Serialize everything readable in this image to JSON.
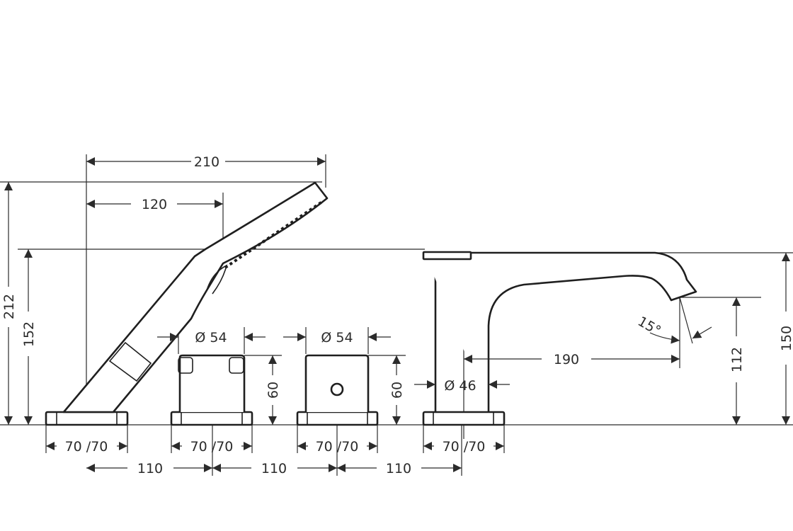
{
  "dimensions": {
    "overall_width": "210",
    "handshower_reach": "120",
    "overall_height": "212",
    "handshower_height": "152",
    "valve1_diameter": "Ø 54",
    "valve2_diameter": "Ø 54",
    "valve1_height": "60",
    "valve2_height": "60",
    "spout_diameter": "Ø 46",
    "spout_projection": "190",
    "spout_angle": "15°",
    "spout_outlet_height": "112",
    "spout_height": "150",
    "base_sizes": [
      "70 /70",
      "70 /70",
      "70 /70",
      "70 /70"
    ],
    "spacings": [
      "110",
      "110",
      "110"
    ]
  }
}
